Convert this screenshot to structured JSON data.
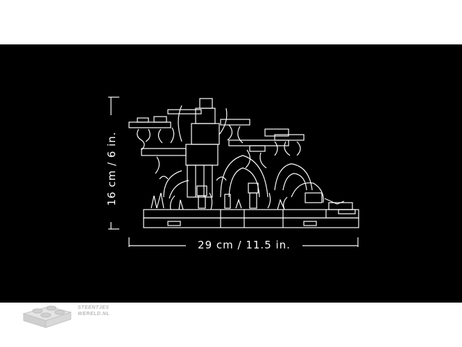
{
  "dimensions": {
    "width_label": "29 cm / 11.5 in.",
    "height_label": "16 cm / 6 in."
  },
  "watermark": {
    "line1": "STEENTJES",
    "line2": "WERELD.NL"
  },
  "colors": {
    "background": "#000000",
    "line_art": "#ffffff",
    "page": "#ffffff",
    "watermark": "#b8b8b8"
  }
}
